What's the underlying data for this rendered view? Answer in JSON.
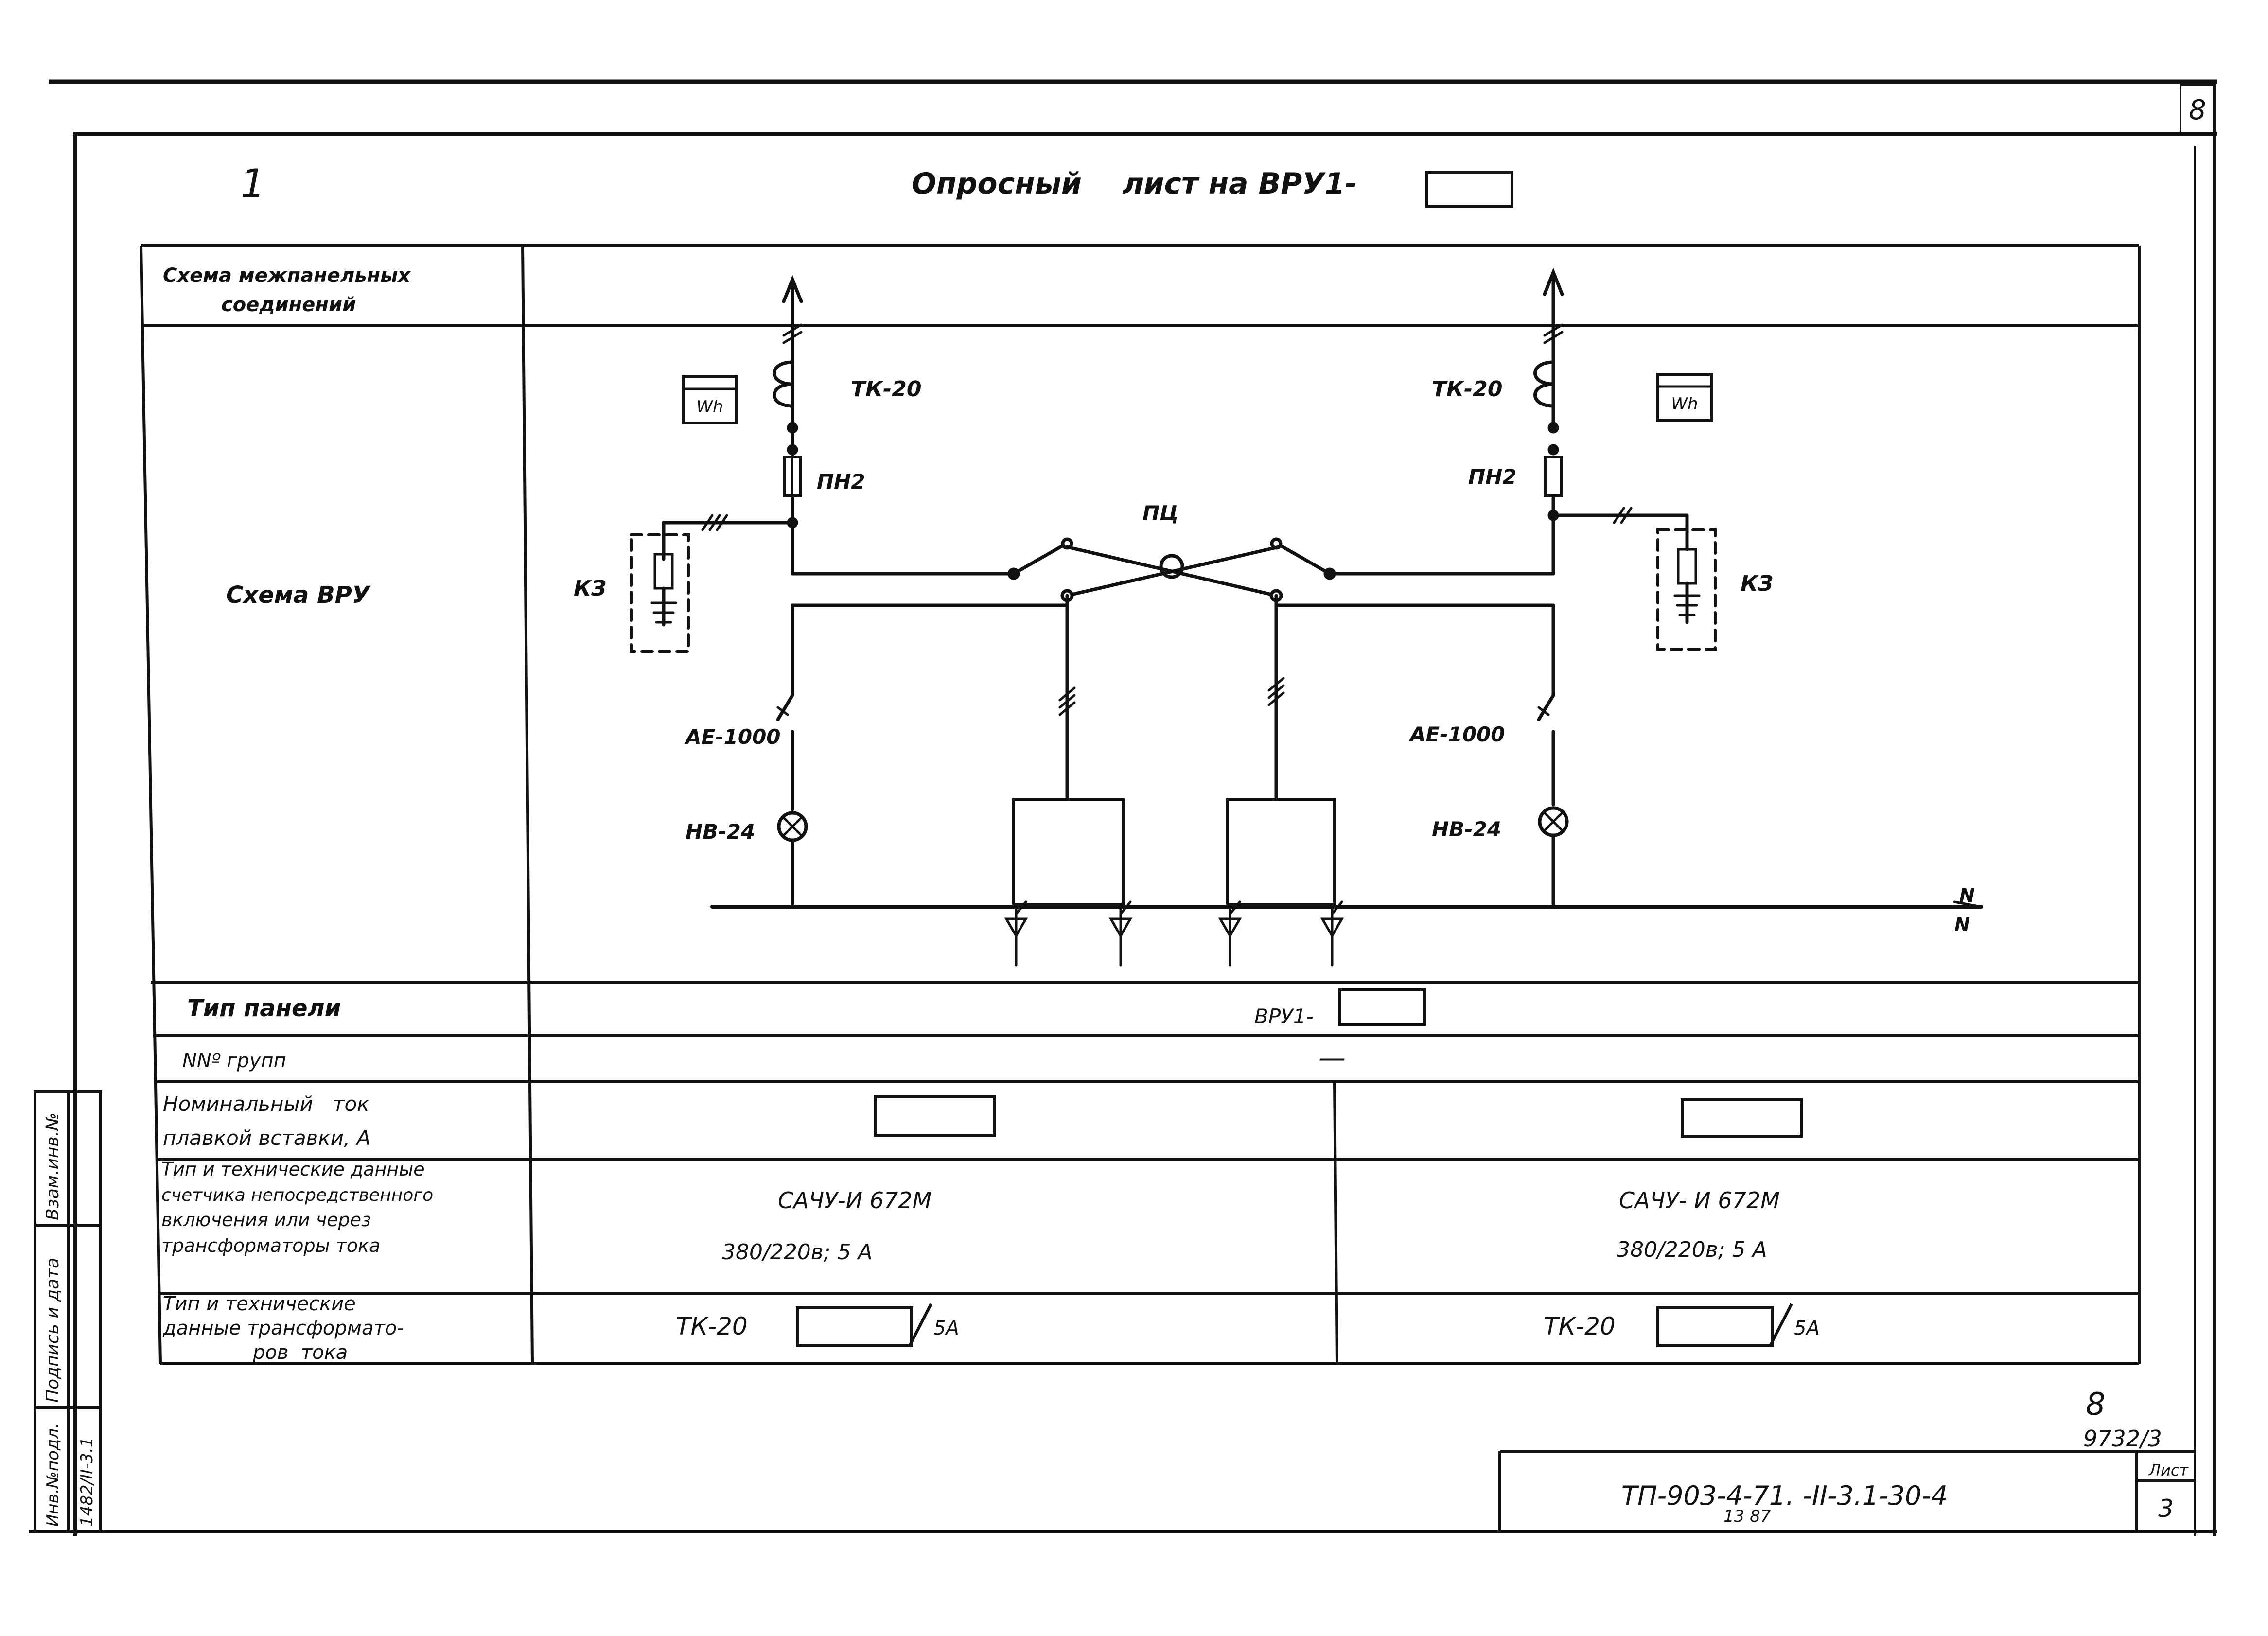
{
  "sheet_corner_number": "8",
  "sheet_mark_left": "1",
  "title": {
    "text": "Опросный    лист на ВРУ1-",
    "placeholder_box": ""
  },
  "table": {
    "row_interpanel": "Схема межпанельных соединений",
    "row_interpanel_line1": "Схема межпанельных",
    "row_interpanel_line2": "соединений",
    "row_scheme": "Схема ВРУ",
    "row_panel_type": "Тип панели",
    "panel_type_value": "ВРУ1-",
    "row_groups": "NNº групп",
    "groups_value": "—",
    "row_rated_current_line1": "Номинальный   ток",
    "row_rated_current_line2": "плавкой вставки, А",
    "row_meter_line1": "Тип и технические данные",
    "row_meter_line2": "счетчика непосредственного",
    "row_meter_line3": "включения или через",
    "row_meter_line4": "трансформаторы тока",
    "meter_left_type": "САЧУ-И 672М",
    "meter_left_data": "380/220в; 5 А",
    "meter_right_type": "САЧУ- И 672М",
    "meter_right_data": "380/220в; 5 А",
    "row_ct_line1": "Тип и технические",
    "row_ct_line2": "данные трансформато-",
    "row_ct_line3": "ров  тока",
    "ct_left": "ТК-20",
    "ct_left_suffix": "5А",
    "ct_right": "ТК-20",
    "ct_right_suffix": "5А"
  },
  "diagram": {
    "left": {
      "ct": "ТК-20",
      "fuse": "ПН2",
      "surge": "КЗ",
      "breaker": "АЕ-1000",
      "lamp": "НВ-24",
      "meter": "Wh"
    },
    "right": {
      "ct": "ТК-20",
      "fuse": "ПН2",
      "surge": "КЗ",
      "breaker": "АЕ-1000",
      "lamp": "НВ-24",
      "meter": "Wh"
    },
    "switch": "ПЦ",
    "bus_n1": "N",
    "bus_n2": "N"
  },
  "side_stamp": {
    "inv_orig": "Инв.№подл.",
    "inv_value": "1482/II-3.1",
    "sign_date": "Подпись и дата",
    "replace": "Взам.инв.№"
  },
  "title_block": {
    "sheet_num_top": "8",
    "sheet_code": "9732/3",
    "list_label": "Лист",
    "list_value": "3",
    "doc_code": "ТП-903-4-71. -II-3.1-30-4",
    "doc_sub": "13 87"
  }
}
